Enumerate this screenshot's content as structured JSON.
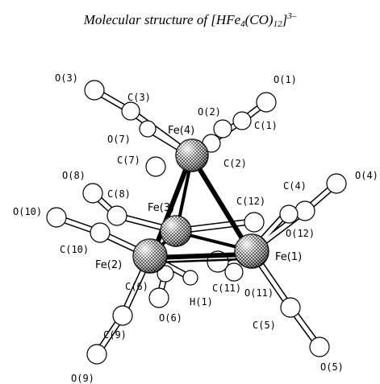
{
  "title": {
    "prefix": "Molecular structure of [HFe",
    "sub1": "4",
    "mid": "(CO)",
    "sub2": "12",
    "end": "]",
    "sup": "3–"
  },
  "labels": {
    "O1": "O(1)",
    "O2": "O(2)",
    "O3": "O(3)",
    "O4": "O(4)",
    "O5": "O(5)",
    "O6": "O(6)",
    "O7": "O(7)",
    "O8": "O(8)",
    "O9": "O(9)",
    "O10": "O(10)",
    "O11": "O(11)",
    "O12": "O(12)",
    "C1": "C(1)",
    "C2": "C(2)",
    "C3": "C(3)",
    "C4": "C(4)",
    "C5": "C(5)",
    "C6": "C(6)",
    "C7": "C(7)",
    "C8": "C(8)",
    "C9": "C(9)",
    "C10": "C(10)",
    "C11": "C(11)",
    "C12": "C(12)",
    "Fe1": "Fe(1)",
    "Fe2": "Fe(2)",
    "Fe3": "Fe(3)",
    "Fe4": "Fe(4)",
    "H1": "H(1)"
  }
}
